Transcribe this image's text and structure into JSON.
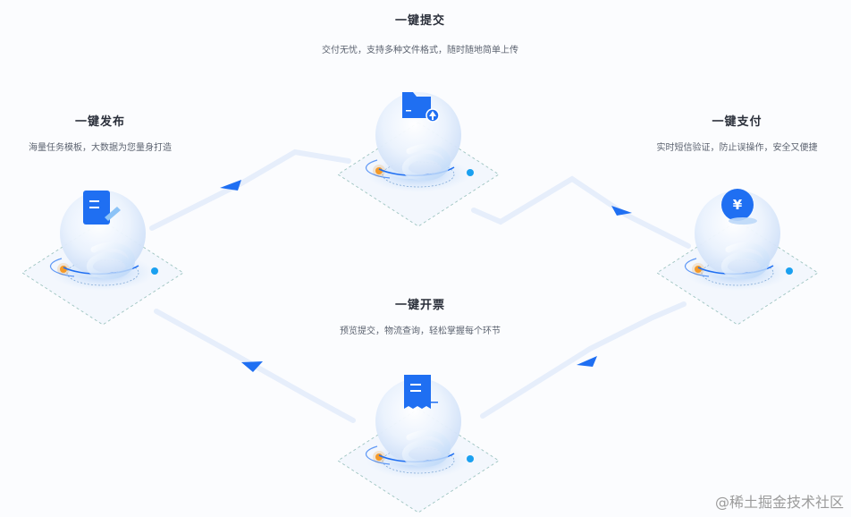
{
  "nodes": {
    "submit": {
      "title": "一键提交",
      "desc": "交付无忧，支持多种文件格式，随时随地简单上传",
      "icon": "folder-upload-icon"
    },
    "publish": {
      "title": "一键发布",
      "desc": "海量任务模板，大数据为您量身打造",
      "icon": "document-edit-icon"
    },
    "pay": {
      "title": "一键支付",
      "desc": "实时短信验证，防止误操作，安全又便捷",
      "icon": "yen-coin-icon"
    },
    "invoice": {
      "title": "一键开票",
      "desc": "预览提交，物流查询，轻松掌握每个环节",
      "icon": "receipt-icon"
    }
  },
  "yen_symbol": "¥",
  "watermark": "@稀土掘金技术社区",
  "colors": {
    "accent": "#1f6ff2",
    "bubble": "#dbe9fb",
    "path": "#e6eefb",
    "dot_blue": "#1aa0f0",
    "dot_orange": "#f59a2a"
  }
}
